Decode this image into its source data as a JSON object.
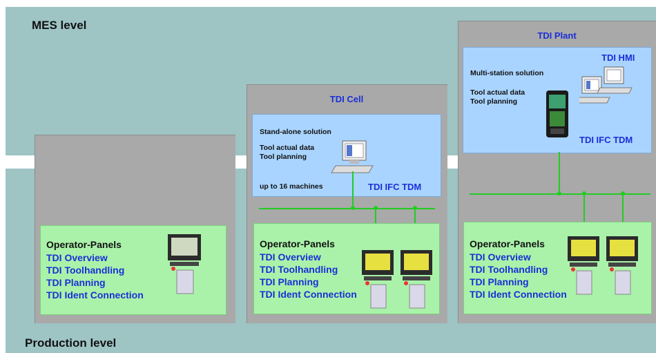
{
  "levels": {
    "top": "MES level",
    "bottom": "Production level"
  },
  "columns": [
    {
      "id": "standalone",
      "operator": {
        "title": "Operator-Panels",
        "items": [
          "TDI Overview",
          "TDI Toolhandling",
          "TDI Planning",
          "TDI Ident Connection"
        ]
      }
    },
    {
      "id": "cell",
      "title": "TDI Cell",
      "server": {
        "solution": "Stand-alone solution",
        "features": [
          "Tool actual data",
          "Tool planning"
        ],
        "capacity": "up to 16 machines",
        "product": "TDI IFC TDM"
      },
      "operator": {
        "title": "Operator-Panels",
        "items": [
          "TDI Overview",
          "TDI Toolhandling",
          "TDI Planning",
          "TDI Ident Connection"
        ]
      }
    },
    {
      "id": "plant",
      "title": "TDI Plant",
      "server": {
        "hmi": "TDI HMI",
        "solution": "Multi-station solution",
        "features": [
          "Tool actual data",
          "Tool planning"
        ],
        "product": "TDI IFC TDM"
      },
      "operator": {
        "title": "Operator-Panels",
        "items": [
          "TDI Overview",
          "TDI Toolhandling",
          "TDI Planning",
          "TDI Ident Connection"
        ]
      }
    }
  ],
  "colors": {
    "band": "#9ec4c4",
    "column": "#a9a9a9",
    "server": "#a9d4ff",
    "panel": "#aaf2aa",
    "network": "#22cc22",
    "label": "#1a2fd6"
  }
}
